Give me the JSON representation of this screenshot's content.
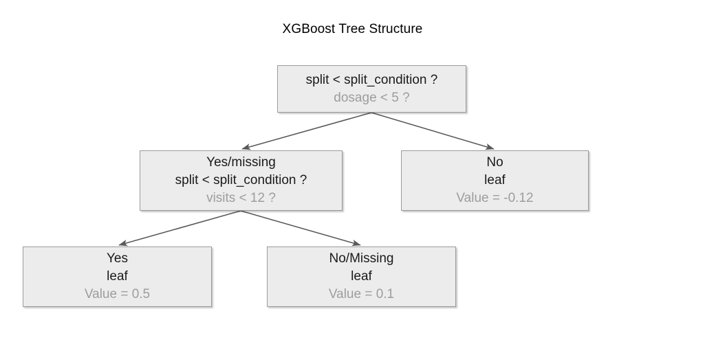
{
  "title": "XGBoost Tree Structure",
  "colors": {
    "node_fill": "#ececec",
    "node_border": "#9a9a9a",
    "text_primary": "#1a1a1a",
    "text_muted": "#9d9d9d",
    "edge": "#5a5a5a",
    "background": "#ffffff"
  },
  "nodes": {
    "root": {
      "line1": "split < split_condition ?",
      "line2": "dosage < 5 ?"
    },
    "left": {
      "line1": "Yes/missing",
      "line2": "split < split_condition ?",
      "line3": "visits < 12 ?"
    },
    "right": {
      "line1": "No",
      "line2": "leaf",
      "line3": "Value = -0.12"
    },
    "leaf_a": {
      "line1": "Yes",
      "line2": "leaf",
      "line3": "Value = 0.5"
    },
    "leaf_b": {
      "line1": "No/Missing",
      "line2": "leaf",
      "line3": "Value = 0.1"
    }
  }
}
